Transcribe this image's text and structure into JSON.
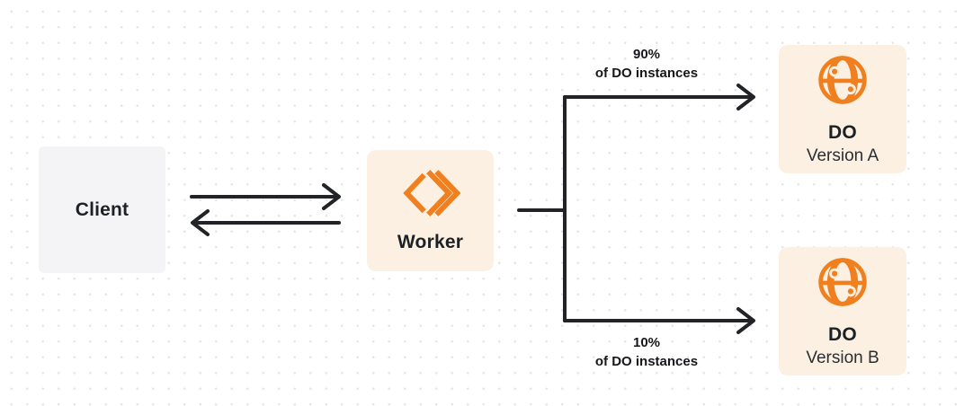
{
  "nodes": {
    "client": {
      "label": "Client"
    },
    "worker": {
      "label": "Worker"
    },
    "do_version_a": {
      "label": "DO",
      "sublabel": "Version A"
    },
    "do_version_b": {
      "label": "DO",
      "sublabel": "Version B"
    }
  },
  "edge_labels": {
    "top": {
      "percent": "90%",
      "caption": "of DO instances"
    },
    "bottom": {
      "percent": "10%",
      "caption": "of DO instances"
    }
  },
  "icons": {
    "worker_icon": "workers-chevrons-icon",
    "do_icon": "globe-icon"
  },
  "colors": {
    "accent_orange": "#F0801F",
    "cream_node_bg": "#FBF0E1",
    "gray_node_bg": "#F4F4F6",
    "connector_dark": "#212327",
    "dot_grid": "#E6E6E6",
    "label_text": "#1D2024"
  }
}
